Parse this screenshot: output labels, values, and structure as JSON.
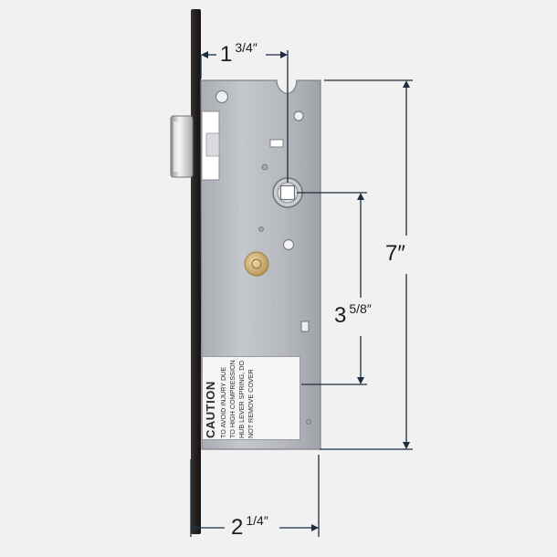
{
  "diagram": {
    "part": "mortise lock body",
    "colors": {
      "background": "#f1f1f2",
      "faceplate": "#2a2522",
      "body": "#b9bcc1",
      "dimension_line": "#1e2e40",
      "text": "#1c1c1c"
    }
  },
  "dimensions": {
    "backset": {
      "whole": "1",
      "fraction": "3/4″"
    },
    "height": {
      "whole": "7″",
      "fraction": ""
    },
    "center_to_center": {
      "whole": "3",
      "fraction": "5/8″"
    },
    "body_width": {
      "whole": "2",
      "fraction": "1/4″"
    }
  },
  "caution_label": {
    "title": "CAUTION",
    "line1": "TO AVOID INJURY DUE",
    "line2": "TO HIGH COMPRESSION",
    "line3": "HUB LEVER SPRING, DO",
    "line4": "NOT REMOVE COVER"
  }
}
